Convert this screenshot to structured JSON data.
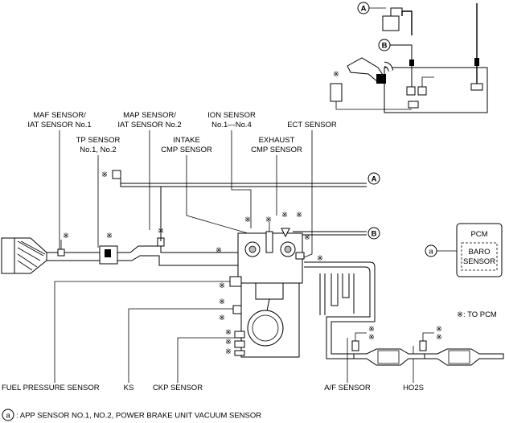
{
  "labels": {
    "maf_l1": "MAF SENSOR/",
    "maf_l2": "IAT SENSOR No.1",
    "map_l1": "MAP SENSOR/",
    "map_l2": "IAT SENSOR No.2",
    "ion_l1": "ION SENSOR",
    "ion_l2": "No.1—No.4",
    "ect": "ECT SENSOR",
    "tp_l1": "TP SENSOR",
    "tp_l2": "No.1, No.2",
    "intake_l1": "INTAKE",
    "intake_l2": "CMP SENSOR",
    "exhaust_l1": "EXHAUST",
    "exhaust_l2": "CMP SENSOR",
    "fuel_pressure": "FUEL PRESSURE SENSOR",
    "ks": "KS",
    "ckp": "CKP SENSOR",
    "af": "A/F SENSOR",
    "ho2s": "HO2S",
    "to_pcm": "※: TO PCM",
    "pcm": "PCM",
    "baro_l1": "BARO",
    "baro_l2": "SENSOR",
    "callout_a": "A",
    "callout_b": "B",
    "callout_a_small": "a",
    "footnote_letter": "a",
    "footnote_text": ": APP SENSOR NO.1, NO.2, POWER BRAKE UNIT VACUUM SENSOR"
  },
  "connector_symbol": "※"
}
